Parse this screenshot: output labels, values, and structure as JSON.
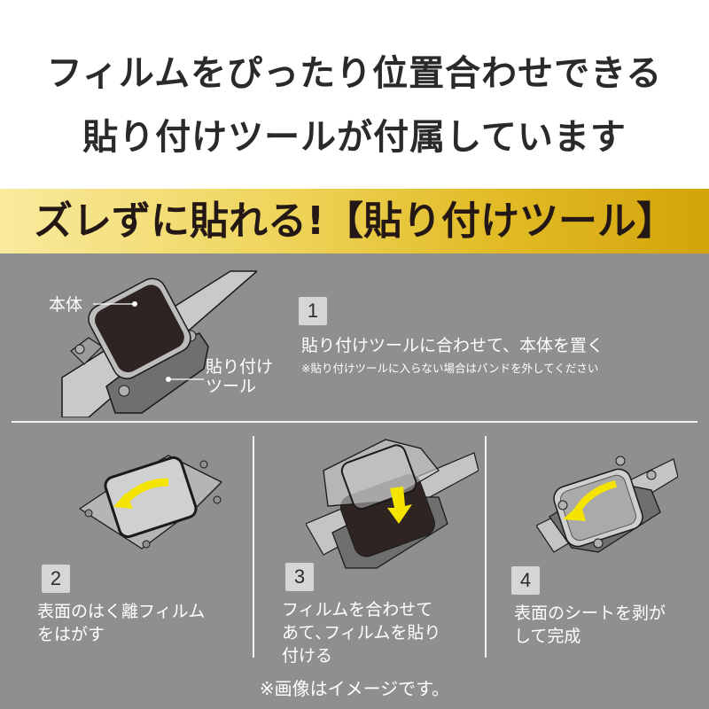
{
  "headline": {
    "line1": "フィルムをぴったり位置合わせできる",
    "line2": "貼り付けツールが付属しています"
  },
  "banner": {
    "title": "ズレずに貼れる!【貼り付けツール】",
    "gradient_from": "#f9ea9e",
    "gradient_to": "#d3a40a"
  },
  "hero": {
    "label_body": "本体",
    "label_tool_line1": "貼り付け",
    "label_tool_line2": "ツール"
  },
  "steps": [
    {
      "number": "1",
      "text": "貼り付けツールに合わせて、本体を置く",
      "note": "※貼り付けツールに入らない場合はバンドを外してください"
    },
    {
      "number": "2",
      "text_line1": "表面のはく離フィルム",
      "text_line2": "をはがす"
    },
    {
      "number": "3",
      "text_line1": "フィルムを合わせて",
      "text_line2": "あて､フィルムを貼り",
      "text_line3": "付ける"
    },
    {
      "number": "4",
      "text_line1": "表面のシートを剥が",
      "text_line2": "して完成"
    }
  ],
  "footer": {
    "note": "※画像はイメージです。"
  },
  "colors": {
    "panel_bg": "#8f8f8f",
    "badge_bg": "#d6d6d6",
    "arrow_yellow": "#f5e400",
    "headline_text": "#2a2a2a"
  }
}
